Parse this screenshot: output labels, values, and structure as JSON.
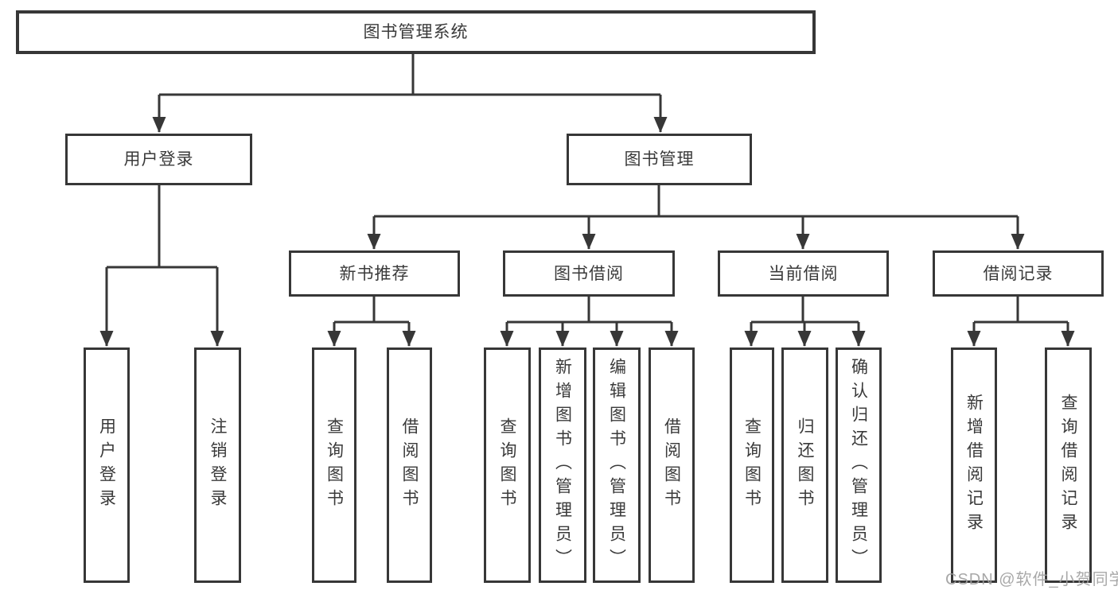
{
  "diagram": {
    "root": {
      "label": "图书管理系统"
    },
    "level2": [
      {
        "label": "用户登录",
        "parent": "图书管理系统"
      },
      {
        "label": "图书管理",
        "parent": "图书管理系统"
      }
    ],
    "level3": [
      {
        "label": "新书推荐",
        "parent": "图书管理"
      },
      {
        "label": "图书借阅",
        "parent": "图书管理"
      },
      {
        "label": "当前借阅",
        "parent": "图书管理"
      },
      {
        "label": "借阅记录",
        "parent": "图书管理"
      }
    ],
    "leaves": [
      {
        "label": "用户登录",
        "parent": "用户登录"
      },
      {
        "label": "注销登录",
        "parent": "用户登录"
      },
      {
        "label": "查询图书",
        "parent": "新书推荐"
      },
      {
        "label": "借阅图书",
        "parent": "新书推荐"
      },
      {
        "label": "查询图书",
        "parent": "图书借阅"
      },
      {
        "label": "新增图书（管理员）",
        "parent": "图书借阅"
      },
      {
        "label": "编辑图书（管理员）",
        "parent": "图书借阅"
      },
      {
        "label": "借阅图书",
        "parent": "图书借阅"
      },
      {
        "label": "查询图书",
        "parent": "当前借阅"
      },
      {
        "label": "归还图书",
        "parent": "当前借阅"
      },
      {
        "label": "确认归还（管理员）",
        "parent": "当前借阅"
      },
      {
        "label": "新增借阅记录",
        "parent": "借阅记录"
      },
      {
        "label": "查询借阅记录",
        "parent": "借阅记录"
      }
    ]
  },
  "watermark": {
    "text": "CSDN @软件_小贺同学",
    "color": "#9e9e9e"
  },
  "style": {
    "line_color": "#373737",
    "text_color": "#3a3a3a",
    "background": "#ffffff"
  }
}
